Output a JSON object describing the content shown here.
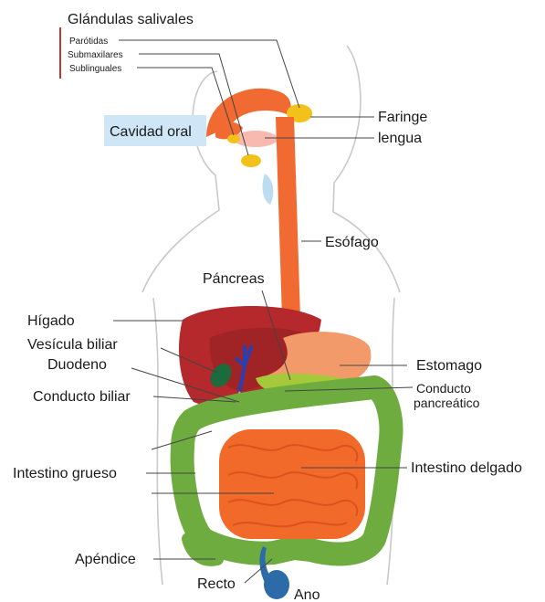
{
  "labels": {
    "glandulas": "Glándulas salivales",
    "parotidas": "Parótidas",
    "submaxilares": "Submaxilares",
    "sublinguales": "Sublinguales",
    "cavidad_oral": "Cavidad oral",
    "faringe": "Faringe",
    "lengua": "lengua",
    "esofago": "Esófago",
    "pancreas": "Páncreas",
    "higado": "Hígado",
    "vesicula": "Vesícula biliar",
    "duodeno": "Duodeno",
    "estomago": "Estomago",
    "conducto_pancreatico_1": "Conducto",
    "conducto_pancreatico_2": "pancreático",
    "conducto_biliar": "Conducto  biliar",
    "intestino_delgado": "Intestino delgado",
    "intestino_grueso": "Intestino grueso",
    "apendice": "Apéndice",
    "recto": "Recto",
    "ano": "Ano"
  },
  "colors": {
    "esophagus": "#f06a32",
    "liver": "#b5282b",
    "liver_dark": "#8e1f22",
    "gallbladder": "#1c6b3c",
    "bile_duct": "#2c3fb0",
    "stomach": "#f39a6a",
    "pancreas": "#a6c93b",
    "large_intestine": "#6fac3f",
    "small_intestine": "#f26a2a",
    "rectum": "#2d6aa8",
    "gland": "#f2c21b",
    "tongue": "#f7b9b0",
    "highlight_box": "#cfe6f7"
  }
}
